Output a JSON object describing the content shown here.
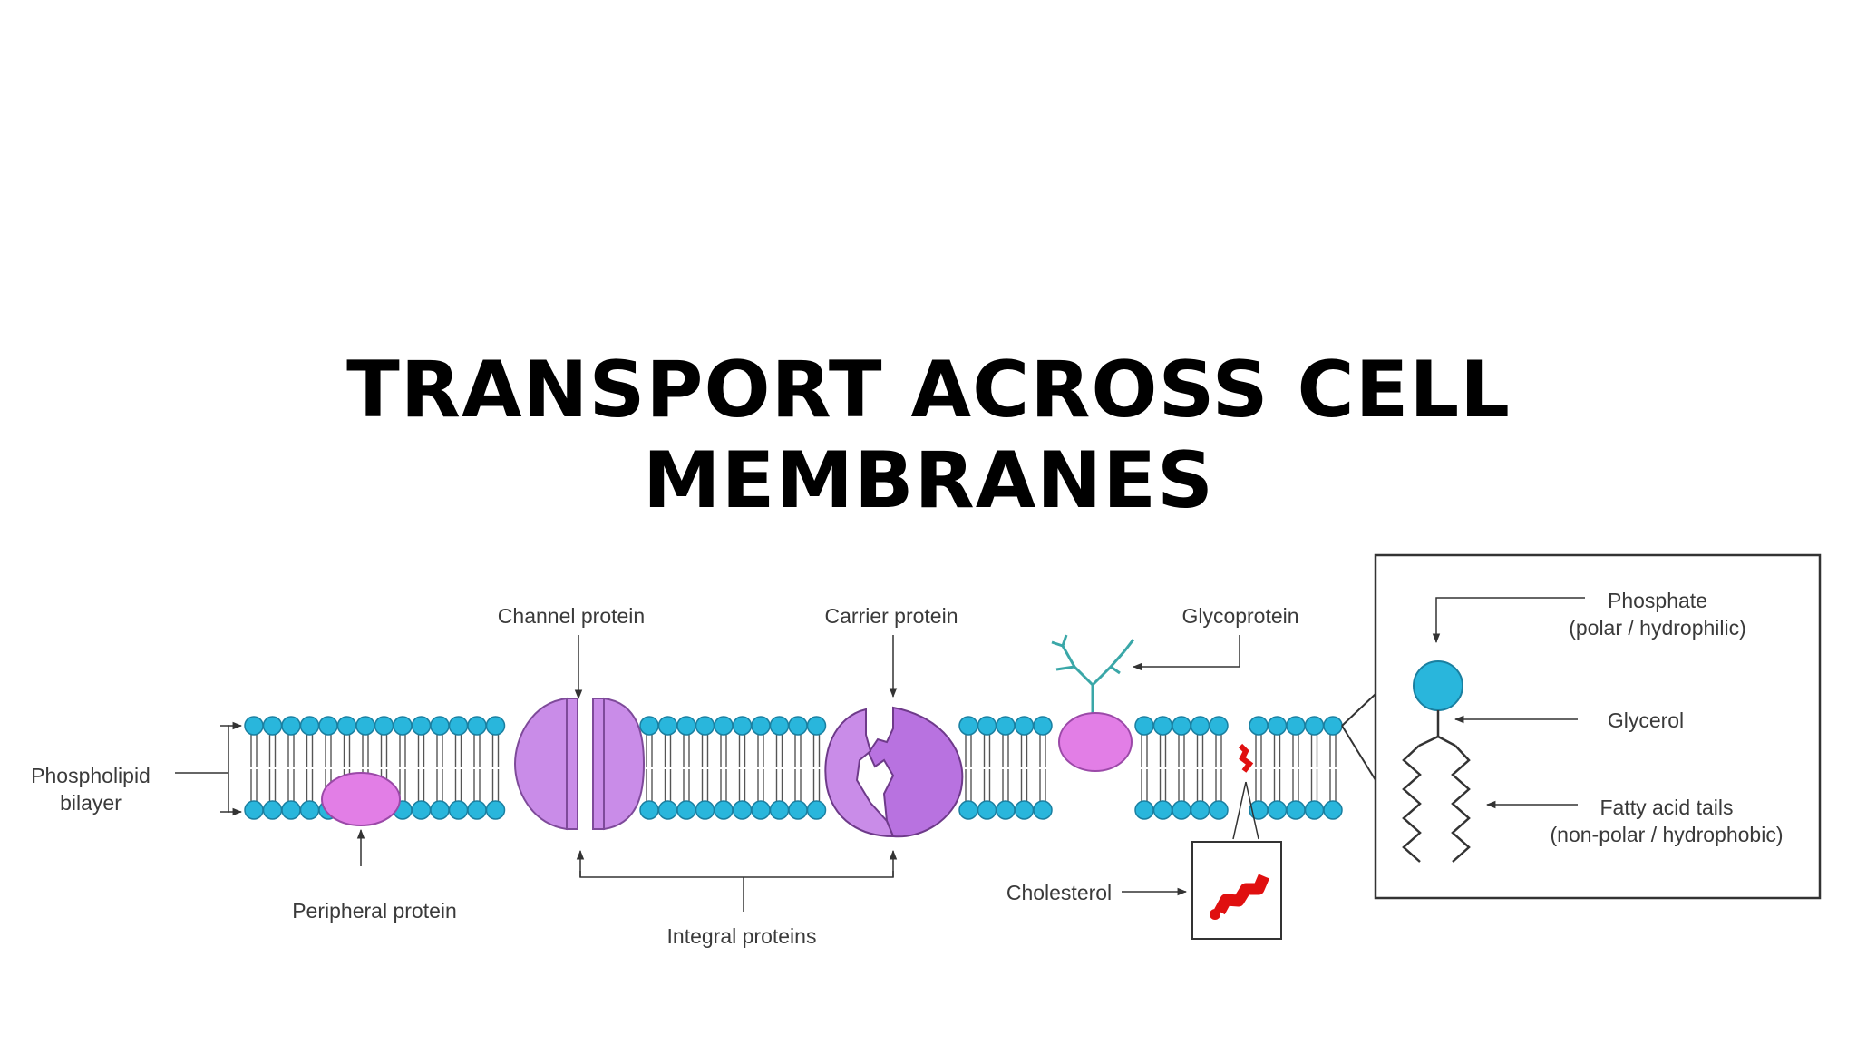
{
  "title": {
    "line1": "TRANSPORT ACROSS CELL",
    "line2": "MEMBRANES"
  },
  "diagram": {
    "labels": {
      "channel_protein": "Channel protein",
      "carrier_protein": "Carrier protein",
      "glycoprotein": "Glycoprotein",
      "phospholipid_1": "Phospholipid",
      "phospholipid_2": "bilayer",
      "peripheral_protein": "Peripheral protein",
      "integral_proteins": "Integral proteins",
      "cholesterol": "Cholesterol"
    },
    "inset": {
      "phosphate_1": "Phosphate",
      "phosphate_2": "(polar / hydrophilic)",
      "glycerol": "Glycerol",
      "fatty_1": "Fatty acid tails",
      "fatty_2": "(non-polar / hydrophobic)"
    },
    "colors": {
      "head": "#29b6dc",
      "protein": "#c98ce8",
      "peripheral": "#e27ee6",
      "cholesterol": "#e01010",
      "glyco_chain": "#3aa7a8"
    }
  }
}
